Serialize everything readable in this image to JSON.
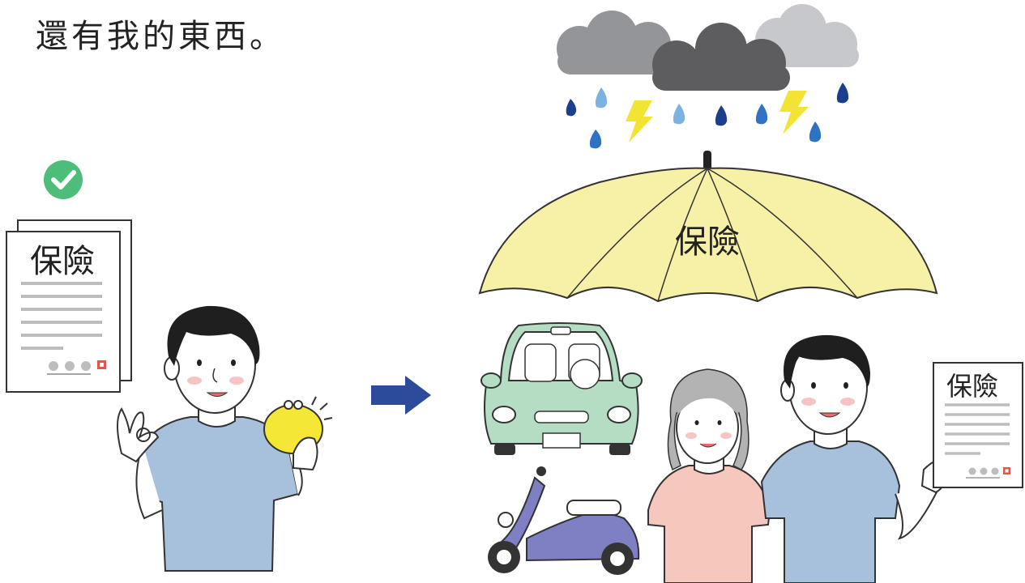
{
  "caption": "還有我的東西。",
  "left_document": {
    "title": "保險"
  },
  "umbrella": {
    "label": "保險"
  },
  "right_document": {
    "title": "保險"
  },
  "colors": {
    "umbrella": "#f6f1a6",
    "check": "#4dbe7a",
    "arrow": "#2c4b9a",
    "shirt": "#a7c0dc",
    "car": "#b5ddc3",
    "scooter": "#7f7fc4",
    "grandma_shirt": "#f6c7bd",
    "purse": "#f5e735",
    "stamp": "#e2574c"
  },
  "icons": [
    "check-icon",
    "arrow-right-icon",
    "rain-cloud-icon",
    "lightning-icon",
    "umbrella-icon",
    "car-icon",
    "scooter-icon",
    "document-icon",
    "coin-purse-icon"
  ]
}
